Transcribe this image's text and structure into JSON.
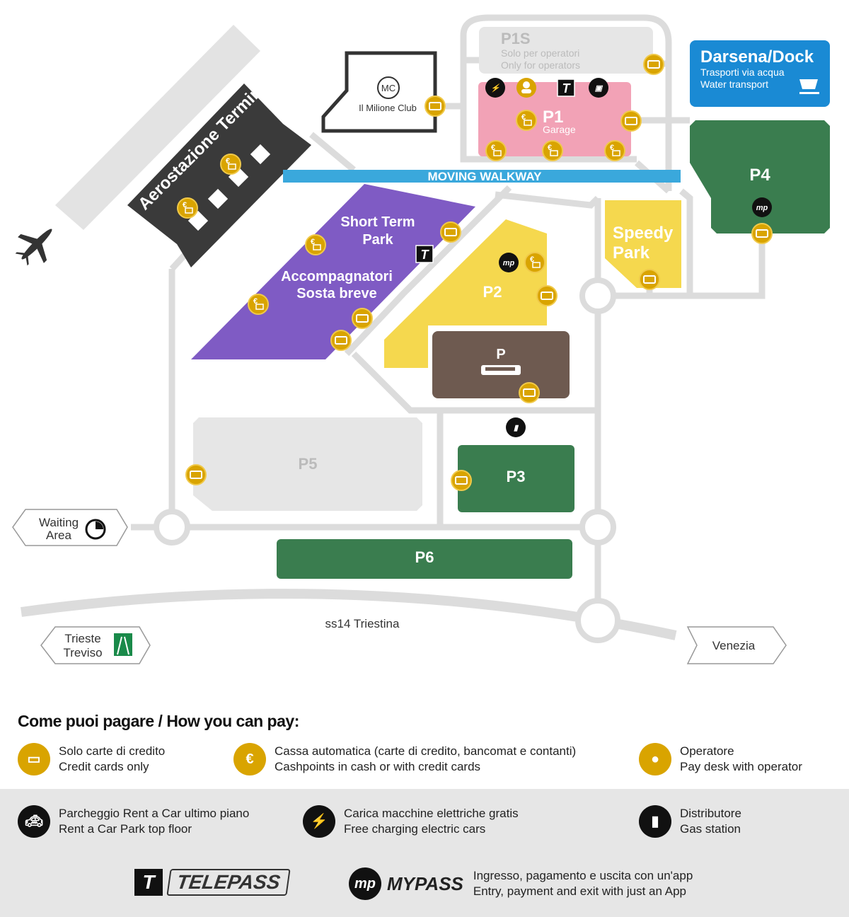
{
  "map": {
    "terminal": "Aerostazione Terminal",
    "walkway": "MOVING WALKWAY",
    "milione_club": "Il Milione Club",
    "milione_logo": "MC",
    "p1s": {
      "title": "P1S",
      "line1": "Solo per operatori",
      "line2": "Only for operators"
    },
    "p1": {
      "title": "P1",
      "subtitle": "Garage"
    },
    "darsena": {
      "title": "Darsena/Dock",
      "line1": "Trasporti via acqua",
      "line2": "Water transport"
    },
    "p4": "P4",
    "speedy_park": [
      "Speedy",
      "Park"
    ],
    "short_term": [
      "Short Term",
      "Park"
    ],
    "accompagnatori": [
      "Accompagnatori",
      "Sosta breve"
    ],
    "p2": "P2",
    "bus_p": "P",
    "p5": "P5",
    "p3": "P3",
    "p6": "P6",
    "road": "ss14 Triestina",
    "waiting_area": [
      "Waiting",
      "Area"
    ],
    "trieste_treviso": [
      "Trieste",
      "Treviso"
    ],
    "venezia": "Venezia",
    "telepass_t": "T",
    "mypass_logo": "mp"
  },
  "legend": {
    "title": "Come puoi pagare / How you can pay:",
    "items": [
      {
        "line1": "Solo carte di credito",
        "line2": "Credit cards only"
      },
      {
        "line1": "Cassa automatica (carte di credito, bancomat e contanti)",
        "line2": "Cashpoints in cash or with credit cards"
      },
      {
        "line1": "Operatore",
        "line2": "Pay desk with operator"
      },
      {
        "line1": "Parcheggio Rent a Car ultimo piano",
        "line2": "Rent a Car Park top floor"
      },
      {
        "line1": "Carica macchine elettriche gratis",
        "line2": "Free charging electric cars"
      },
      {
        "line1": "Distributore",
        "line2": "Gas station"
      }
    ],
    "telepass": "TELEPASS",
    "telepass_t": "T",
    "mypass": "MYPASS",
    "mypass_logo": "mp",
    "mypass_line1": "Ingresso, pagamento e uscita con un'app",
    "mypass_line2": "Entry, payment and exit with just an App"
  },
  "colors": {
    "gold": "#d9a400",
    "green": "#3a7d4f",
    "purple": "#7f5bc4",
    "yellow": "#f5d84e",
    "pink": "#f2a2b6",
    "blue": "#1a8ad4",
    "brown": "#6e5a50",
    "walkway": "#3aa8dc"
  }
}
